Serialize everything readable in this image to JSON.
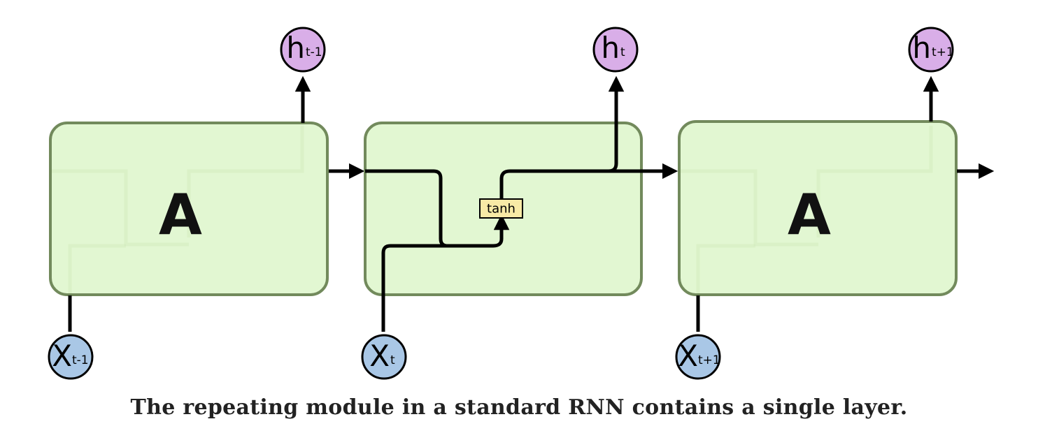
{
  "diagram": {
    "cells": [
      {
        "label": "A"
      },
      {
        "layer": {
          "label": "tanh"
        }
      },
      {
        "label": "A"
      }
    ],
    "outputs": [
      {
        "main": "h",
        "sub": "t-1"
      },
      {
        "main": "h",
        "sub": "t"
      },
      {
        "main": "h",
        "sub": "t+1"
      }
    ],
    "inputs": [
      {
        "main": "X",
        "sub": "t-1"
      },
      {
        "main": "X",
        "sub": "t"
      },
      {
        "main": "X",
        "sub": "t+1"
      }
    ],
    "colors": {
      "cell_fill": "#dcf5c8",
      "cell_border": "#728a5c",
      "output_node": "#d9aee8",
      "input_node": "#a9c7e6",
      "layer_fill": "#f8eaa6"
    }
  },
  "caption": "The repeating module in a standard RNN contains a single layer."
}
